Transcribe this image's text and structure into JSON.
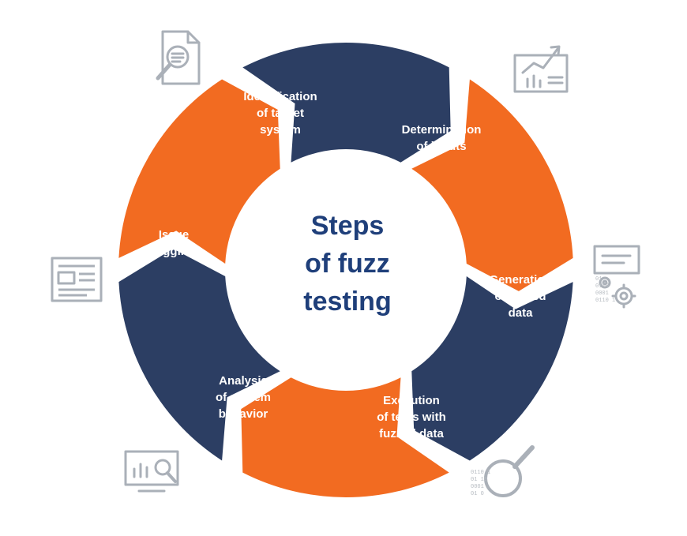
{
  "title_lines": [
    "Steps",
    "of fuzz",
    "testing"
  ],
  "steps": [
    {
      "lines": [
        "Identification",
        "of target",
        "system"
      ],
      "color": "#2c3e63"
    },
    {
      "lines": [
        "Determination",
        "of inputs"
      ],
      "color": "#f26b21"
    },
    {
      "lines": [
        "Generation",
        "of fuzzed",
        "data"
      ],
      "color": "#2c3e63"
    },
    {
      "lines": [
        "Execution",
        "of tests with",
        "fuzzed data"
      ],
      "color": "#f26b21"
    },
    {
      "lines": [
        "Analysis",
        "of system",
        "behavior"
      ],
      "color": "#2c3e63"
    },
    {
      "lines": [
        "Issue",
        "logging"
      ],
      "color": "#f26b21"
    }
  ],
  "colors": {
    "navy": "#2c3e63",
    "orange": "#f26b21",
    "title": "#1f3f7a",
    "icon": "#aab0b8"
  },
  "icons": [
    "document-search-icon",
    "chart-window-icon",
    "binary-gears-icon",
    "binary-magnifier-icon",
    "monitor-search-icon",
    "newspaper-icon"
  ],
  "binary_right": [
    "01",
    "0110",
    "0001",
    "0110 1"
  ],
  "binary_bottom": [
    "0110 1",
    "01 10",
    "0001",
    "01 0"
  ]
}
